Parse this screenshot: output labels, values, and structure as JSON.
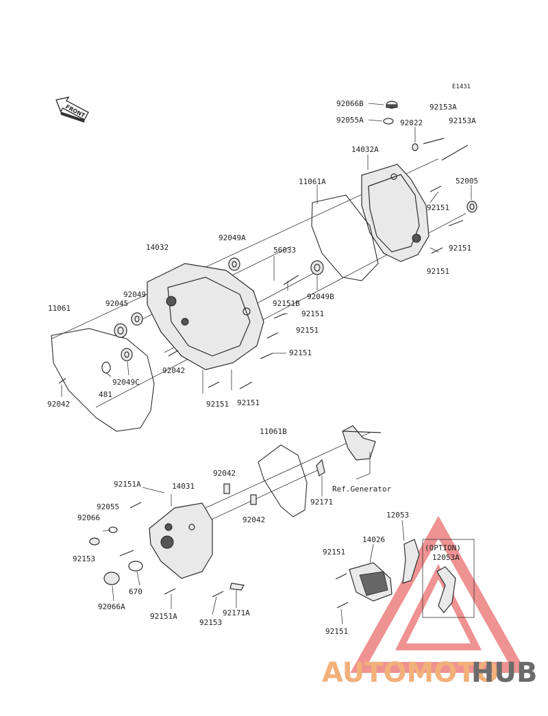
{
  "diagram_code": "E1431",
  "front_arrow_label": "FRONT",
  "option_label": "(OPTION)",
  "ref_label": "Ref.Generator",
  "parts": {
    "p92066B": "92066B",
    "p92055A": "92055A",
    "p92153A_1": "92153A",
    "p92153A_2": "92153A",
    "p92022": "92022",
    "p14032A": "14032A",
    "p11061A": "11061A",
    "p52005": "52005",
    "p92151_r1": "92151",
    "p92151_r2": "92151",
    "p92151_r3": "92151",
    "p92049A": "92049A",
    "p14032": "14032",
    "p56033": "56033",
    "p92151B": "92151B",
    "p92049B": "92049B",
    "p92049": "92049",
    "p92045": "92045",
    "p11061": "11061",
    "p92151_m1": "92151",
    "p92151_m2": "92151",
    "p92151_m3": "92151",
    "p92042_a": "92042",
    "p92049C": "92049C",
    "p481": "481",
    "p92042_b": "92042",
    "p92151_b1": "92151",
    "p92151_b2": "92151",
    "p11061B": "11061B",
    "p92042_c": "92042",
    "p92171": "92171",
    "p92151A_1": "92151A",
    "p14031": "14031",
    "p92055": "92055",
    "p92066": "92066",
    "p92042_d": "92042",
    "p12053": "12053",
    "p14026": "14026",
    "p92153_1": "92153",
    "p92151_l1": "92151",
    "p12053A": "12053A",
    "p670": "670",
    "p92066A": "92066A",
    "p92151A_2": "92151A",
    "p92171A": "92171A",
    "p92153_2": "92153",
    "p92151_l2": "92151"
  },
  "watermark": {
    "part1": "AUTOMOTO",
    "part2": "HUB",
    "color1": "#f2b07a",
    "color2": "#6b6b6b",
    "triangle_color": "#e23a3a"
  }
}
